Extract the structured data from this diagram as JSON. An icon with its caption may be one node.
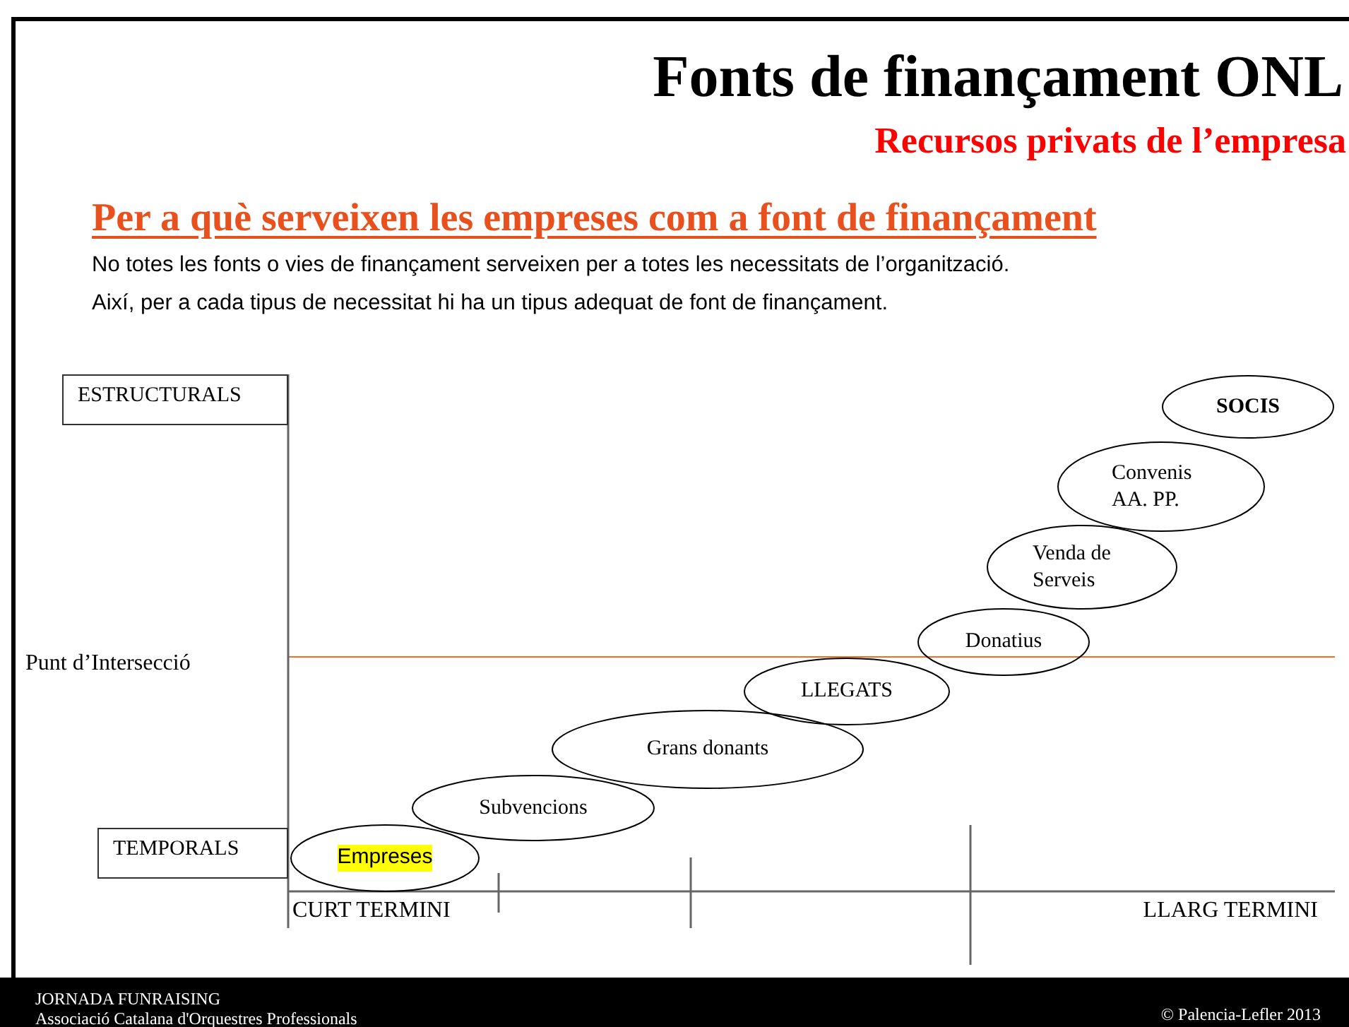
{
  "diagram": {
    "title": "Fonts de finançament ONL",
    "nodes": [
      {
        "text": [
          "ESTRUCTURALS"
        ]
      },
      {
        "text": [
          "TEMPORALS"
        ]
      },
      {
        "text": [
          "Empreses"
        ]
      },
      {
        "text": [
          "Subvencions"
        ]
      },
      {
        "text": [
          "Grans donants"
        ]
      },
      {
        "text": [
          "LLEGATS"
        ]
      },
      {
        "text": [
          "Donatius"
        ]
      },
      {
        "text": [
          "Venda de Serveis"
        ]
      },
      {
        "text": [
          "Convenis AA. PP."
        ]
      },
      {
        "text": [
          "SOCIS"
        ]
      }
    ],
    "labels": [
      "Recursos privats de l’empresa",
      "Per a què serveixen les empreses com a font de finançament",
      "No totes les fonts o vies de finançament serveixen per a totes les necessitats de l’organització.",
      "Així, per a cada tipus de necessitat hi ha un tipus adequat de font de finançament.",
      "Punt d’Intersecció",
      "CURT TERMINI",
      "LLARG TERMINI",
      "JORNADA FUNRAISING",
      "Associació Catalana d'Orquestres Professionals",
      "© Palencia-Lefler 2013"
    ]
  }
}
